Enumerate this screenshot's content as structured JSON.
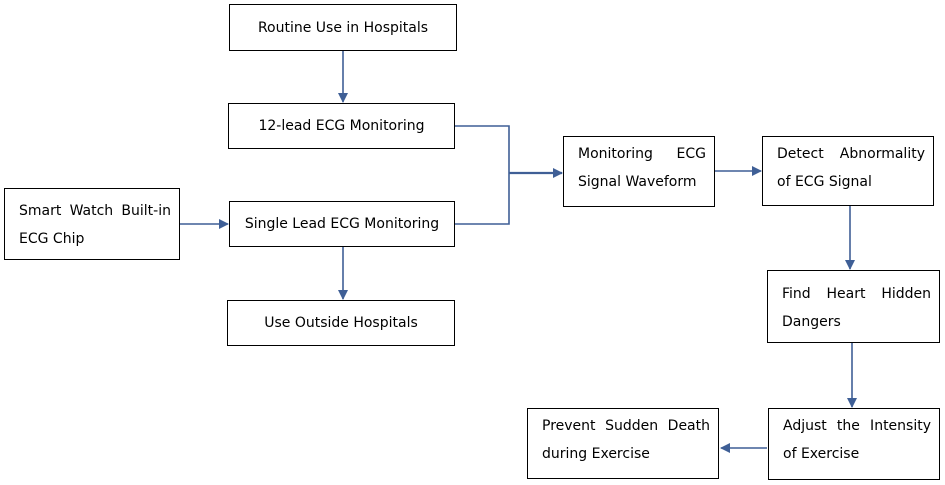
{
  "nodes": {
    "routine_use": "Routine Use in Hospitals",
    "twelve_lead": "12-lead ECG Monitoring",
    "smart_watch": "Smart Watch Built-in ECG Chip",
    "single_lead": "Single Lead ECG Monitoring",
    "use_outside": "Use Outside Hospitals",
    "monitoring_waveform": "Monitoring ECG Signal Waveform",
    "detect_abnormality": "Detect Abnormality of ECG Signal",
    "find_dangers": "Find Heart Hidden Dangers",
    "adjust_intensity": "Adjust the Intensity of Exercise",
    "prevent_death": "Prevent Sudden Death during Exercise"
  },
  "colors": {
    "arrow": "#3F5F96",
    "border": "#000000"
  }
}
